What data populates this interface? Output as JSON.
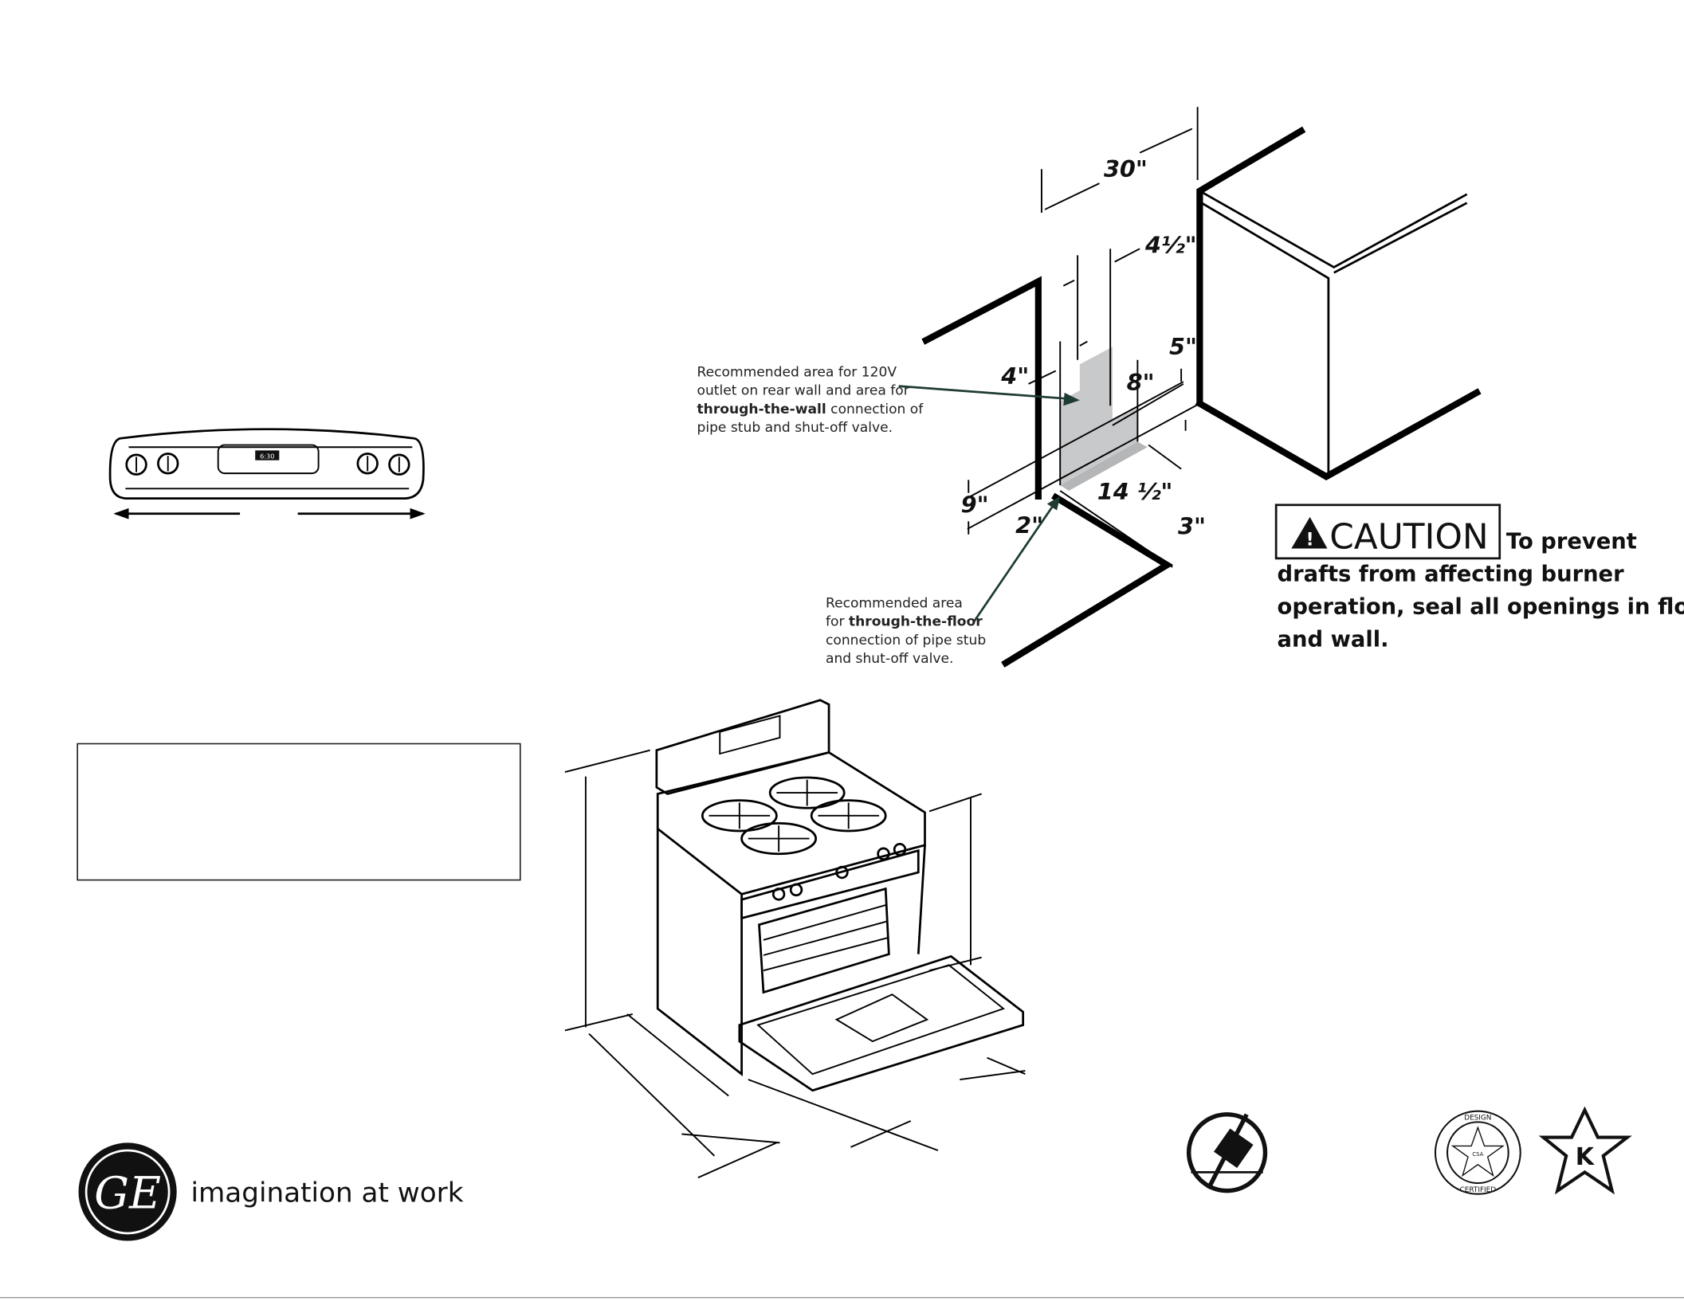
{
  "control_panel": {
    "display_time": "6:30"
  },
  "installation_diagram": {
    "dimensions": {
      "width_30": "30\"",
      "four_half": "4½\"",
      "five": "5\"",
      "four": "4\"",
      "eight": "8\"",
      "nine": "9\"",
      "two": "2\"",
      "fourteen_half": "14 ½\"",
      "three": "3\""
    },
    "wall_callout": {
      "line1": "Recommended area for 120V",
      "line2": "outlet on rear wall and area for",
      "line3_bold": "through-the-wall",
      "line3_rest": " connection of",
      "line4": "pipe stub and shut-off valve."
    },
    "floor_callout": {
      "line1": "Recommended area",
      "line2_pre": "for ",
      "line2_bold": "through-the-floor",
      "line3": "connection of pipe stub",
      "line4": "and shut-off valve."
    },
    "shade_color": "#c8c9cb",
    "arrow_color": "#1e3b34"
  },
  "caution": {
    "label": "CAUTION",
    "lead": "To prevent",
    "lines": [
      "drafts from affecting burner",
      "operation, seal all openings in floor",
      "and wall."
    ]
  },
  "logo": {
    "brand": "GE",
    "tagline": "imagination at work"
  },
  "certifications": {
    "seal_top": "DESIGN",
    "seal_bottom": "CERTIFIED",
    "seal_center": "CSA",
    "star_letter": "K"
  }
}
